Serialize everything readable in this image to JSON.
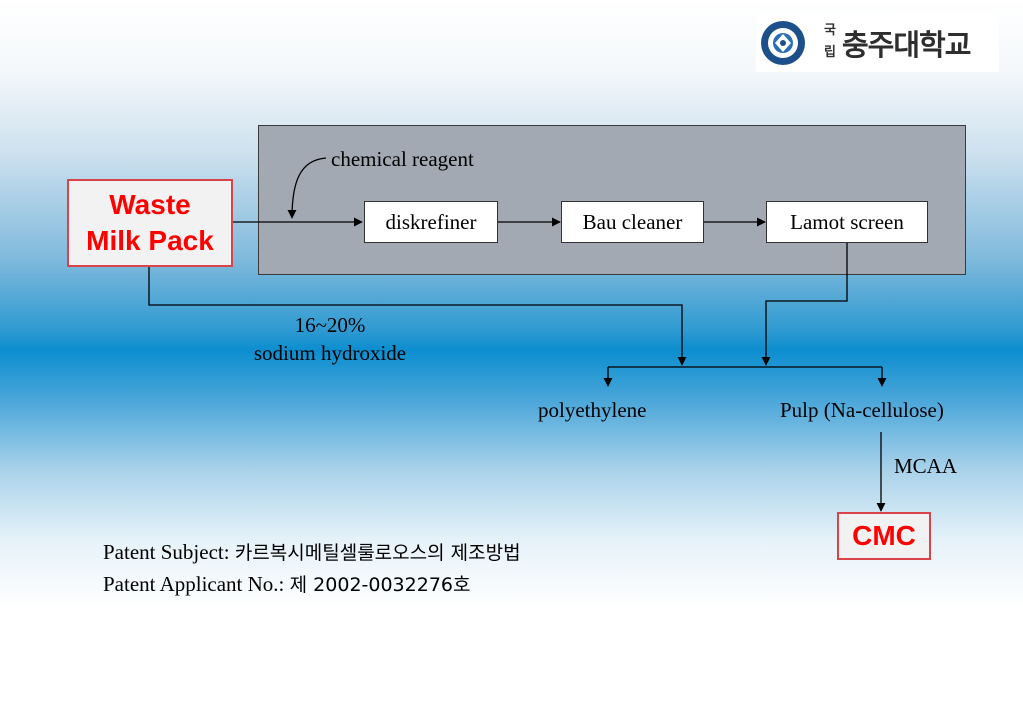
{
  "logo": {
    "small_text": [
      "국",
      "립"
    ],
    "name": "충주대학교",
    "seal_color": "#1d4f8a"
  },
  "diagram": {
    "input": [
      "Waste",
      "Milk Pack"
    ],
    "reagent": "chemical reagent",
    "steps": [
      "diskrefiner",
      "Bau cleaner",
      "Lamot screen"
    ],
    "treatment": [
      "16~20%",
      "sodium hydroxide"
    ],
    "outputs": [
      "polyethylene",
      "Pulp (Na-cellulose)"
    ],
    "additive": "MCAA",
    "product": "CMC",
    "highlight_color": "#ff0000"
  },
  "patent": {
    "subject_label": "Patent Subject:",
    "subject_value": "카르복시메틸셀룰로오스의 제조방법",
    "applicant_label": "Patent Applicant No.:",
    "applicant_value": "제 2002-0032276호"
  }
}
